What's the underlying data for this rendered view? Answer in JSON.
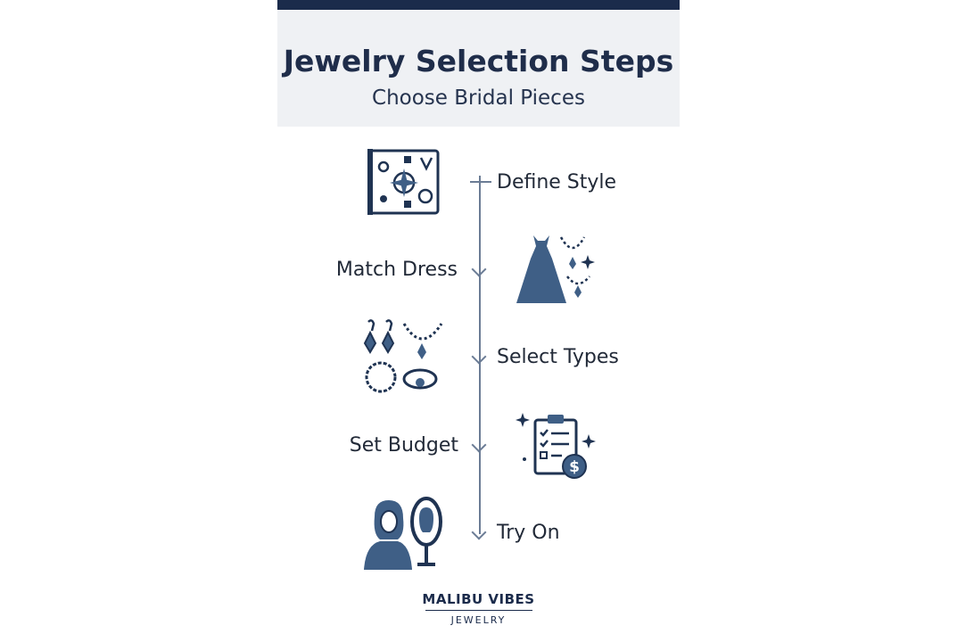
{
  "header": {
    "title": "Jewelry Selection Steps",
    "subtitle": "Choose Bridal Pieces"
  },
  "steps": [
    {
      "label": "Define Style",
      "icon": "style-board-icon"
    },
    {
      "label": "Match Dress",
      "icon": "dress-necklace-icon"
    },
    {
      "label": "Select Types",
      "icon": "jewelry-types-icon"
    },
    {
      "label": "Set Budget",
      "icon": "budget-checklist-icon"
    },
    {
      "label": "Try On",
      "icon": "mirror-try-on-icon"
    }
  ],
  "brand": {
    "name": "MALIBU VIBES",
    "sub": "JEWELRY"
  },
  "colors": {
    "accent": "#1b2b4b",
    "icon": "#3f5f86",
    "line": "#6b7c95",
    "header_bg": "#eff1f4"
  }
}
